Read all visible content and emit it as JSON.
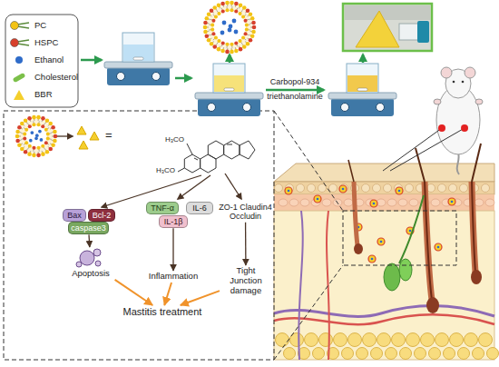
{
  "diagram": {
    "nodes": [
      {
        "text": [
          "Bax"
        ]
      },
      {
        "text": [
          "Bcl-2"
        ]
      },
      {
        "text": [
          "caspase3"
        ]
      },
      {
        "text": [
          "Apoptosis"
        ]
      },
      {
        "text": [
          "TNF-α"
        ]
      },
      {
        "text": [
          "IL-6"
        ]
      },
      {
        "text": [
          "IL-1β"
        ]
      },
      {
        "text": [
          "Inflammation"
        ]
      },
      {
        "text": [
          "ZO-1 Claudin4 Occludin"
        ]
      },
      {
        "text": [
          "Tight Junction damage"
        ]
      },
      {
        "text": [
          "Mastitis treatment"
        ]
      }
    ],
    "edges": [
      {
        "from": 2,
        "to": 3,
        "arrow": "to"
      },
      {
        "from": 6,
        "to": 7,
        "arrow": "to"
      },
      {
        "from": 8,
        "to": 9,
        "arrow": "to"
      },
      {
        "from": 3,
        "to": 10,
        "arrow": "to"
      },
      {
        "from": 7,
        "to": 10,
        "arrow": "to"
      },
      {
        "from": 9,
        "to": 10,
        "arrow": "to"
      }
    ],
    "labels": [
      "Carbopol-934",
      "triethanolamine",
      "=",
      "H₃CO",
      "H₃CO"
    ],
    "legend": [
      {
        "text": "PC"
      },
      {
        "text": "HSPC"
      },
      {
        "text": "Ethanol",
        "color": "#2f6cc9"
      },
      {
        "text": "Cholesterol",
        "color": "#7cc04a"
      },
      {
        "text": "BBR",
        "color": "#f4cf2c"
      }
    ]
  }
}
